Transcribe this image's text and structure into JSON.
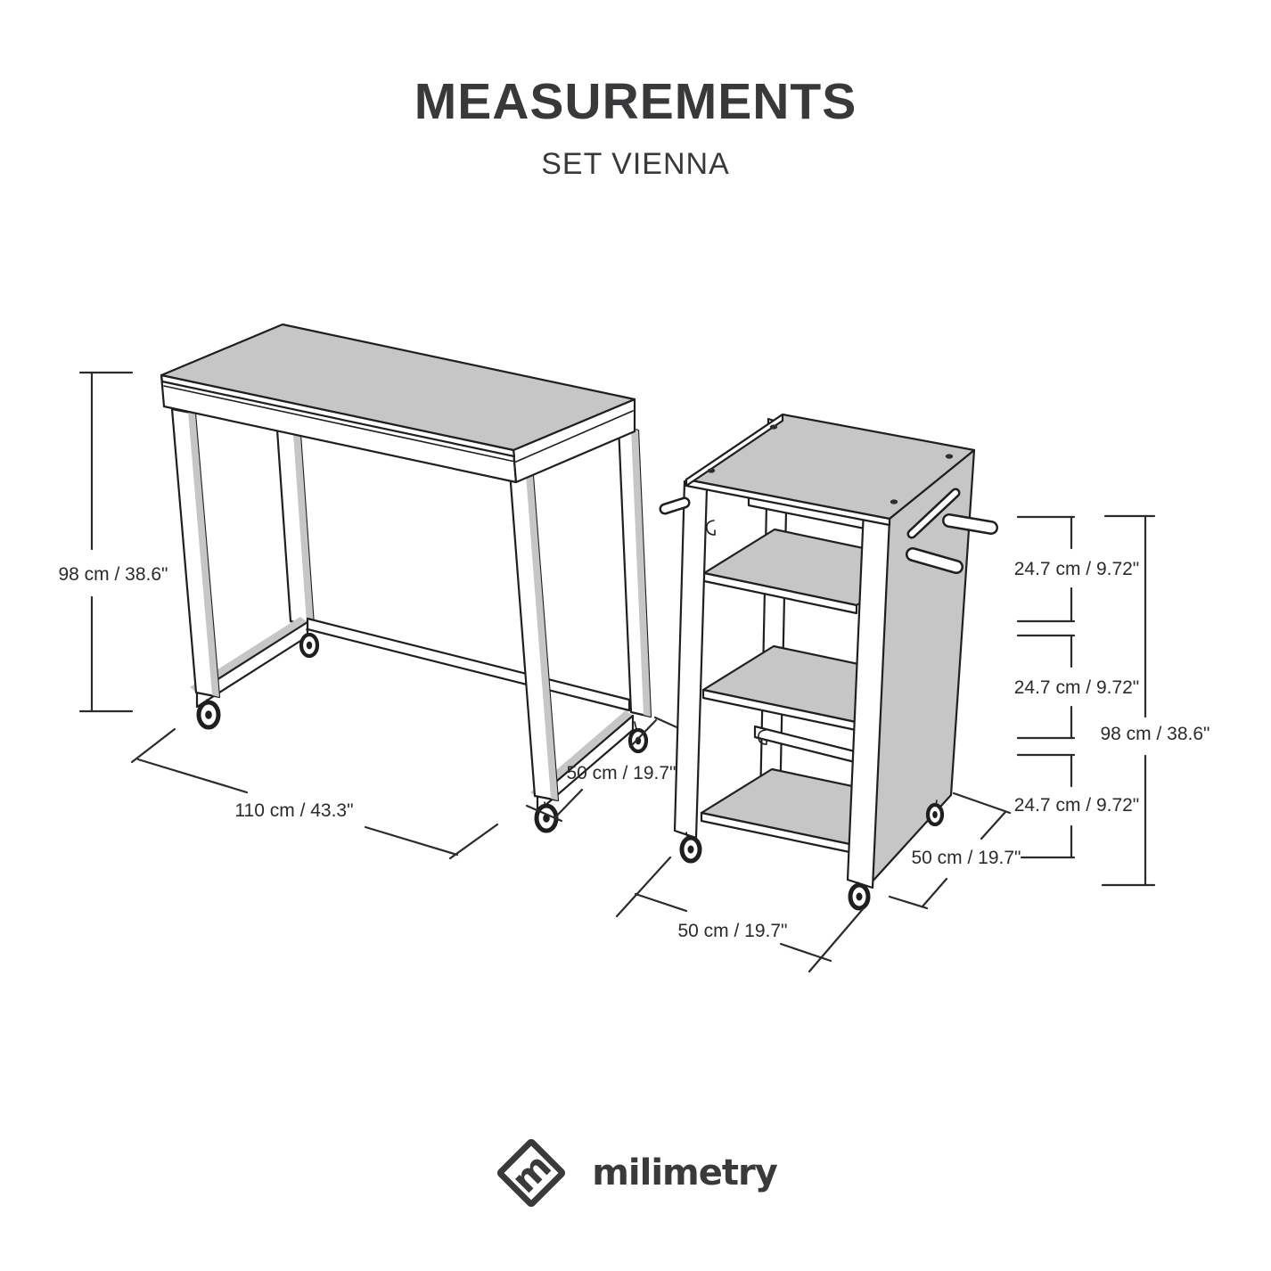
{
  "header": {
    "title": "MEASUREMENTS",
    "subtitle": "SET VIENNA"
  },
  "table": {
    "height_label": "98 cm / 38.6\"",
    "width_label": "110 cm / 43.3\"",
    "depth_label": "50 cm / 19.7\""
  },
  "cart": {
    "shelf_gap_1": "24.7 cm / 9.72\"",
    "shelf_gap_2": "24.7 cm / 9.72\"",
    "shelf_gap_3": "24.7 cm / 9.72\"",
    "height_label": "98 cm / 38.6\"",
    "depth_label": "50 cm / 19.7\"",
    "width_label": "50 cm / 19.7\""
  },
  "footer": {
    "brand": "milimetry",
    "logo_letter": "m"
  },
  "colors": {
    "background": "#ffffff",
    "outline": "#1f1f1f",
    "surface_gray": "#c6c6c6",
    "heading_text": "#39393b",
    "dimension_text": "#2b2b2b"
  }
}
